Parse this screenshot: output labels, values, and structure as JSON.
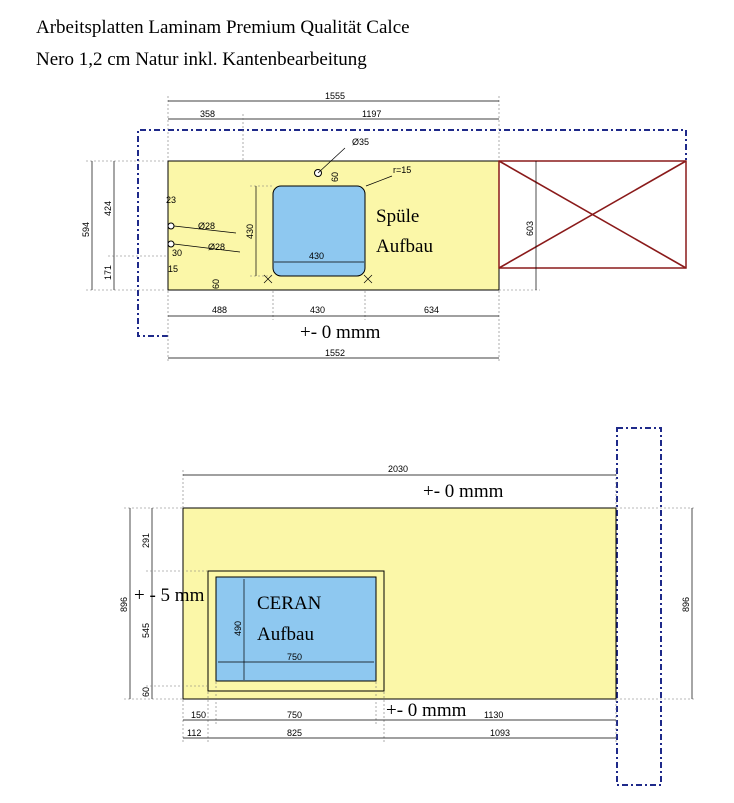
{
  "title": {
    "line1": "Arbeitsplatten Laminam Premium Qualität Calce",
    "line2": "Nero 1,2 cm Natur inkl. Kantenbearbeitung"
  },
  "top_plate": {
    "dims": {
      "total_top": "1555",
      "left_seg": "358",
      "right_seg": "1197",
      "height_outer": "594",
      "height_424": "424",
      "height_171": "171",
      "dia35": "Ø35",
      "d60_top": "60",
      "radius": "r=15",
      "sink_height": "430",
      "sink_width_inner": "430",
      "small_23": "23",
      "dia28_a": "Ø28",
      "dia28_b": "Ø28",
      "small_30": "30",
      "small_15": "15",
      "d60_bottom": "60",
      "right_height": "603",
      "bottom_488": "488",
      "bottom_430": "430",
      "bottom_634": "634",
      "total_bottom": "1552"
    },
    "tolerance": "+- 0 mmm",
    "sink_label_1": "Spüle",
    "sink_label_2": "Aufbau"
  },
  "bottom_plate": {
    "dims": {
      "total_top": "2030",
      "left_896": "896",
      "left_291": "291",
      "left_545": "545",
      "left_60": "60",
      "cook_height": "490",
      "cook_width_inner": "750",
      "right_896": "896",
      "b_150": "150",
      "b_750": "750",
      "b_1130": "1130",
      "b_112": "112",
      "b_825": "825",
      "b_1093": "1093"
    },
    "tolerance_top": "+- 0 mmm",
    "tolerance_left": "+ - 5 mm",
    "tolerance_bottom": "+- 0 mmm",
    "cook_label_1": "CERAN",
    "cook_label_2": "Aufbau"
  }
}
